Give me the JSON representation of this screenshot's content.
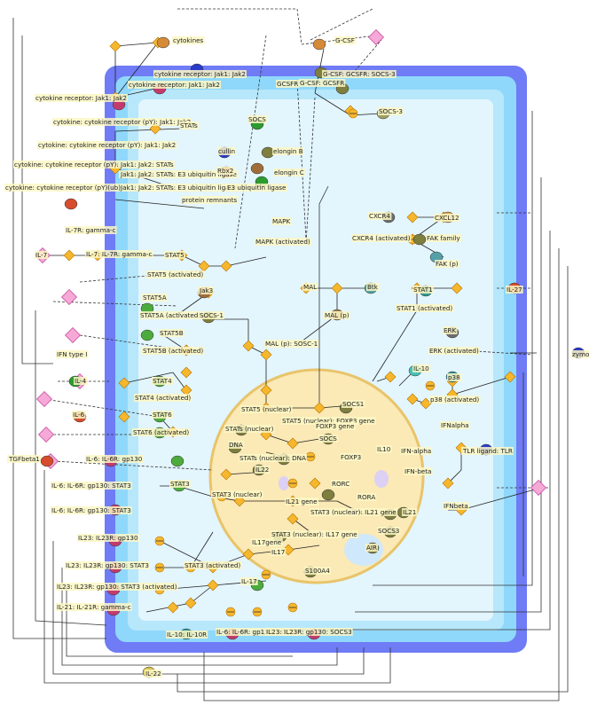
{
  "labels": {
    "cytokines": "cytokines",
    "gcsf_top": "G-CSF",
    "gcsf_gcsfr_socs3": "G-CSF: GCSFR: SOCS-3",
    "gcsfr": "GCSFR",
    "gcsf_gcsfr": "G-CSF: GCSFR",
    "socs3": "SOCS-3",
    "cyto_receptor_jak1_jak2_a": "cytokine receptor: Jak1: Jak2",
    "cyto_receptor_jak1_jak2_b": "cytokine receptor: Jak1: Jak2",
    "cyto_receptor_py_jak1_jak2": "cytokine: cytokine receptor (pY): Jak1: Jak2",
    "cyto_receptor_py_jak1_jak2_stats": "cytokine: cytokine receptor (pY): Jak1: Jak2: STATs",
    "cyto_receptor_py_stats_e3": "Jak1: Jak2: STATs: E3 ubiquitin ligase",
    "cyto_receptor_py_ub": "cytokine: cytokine receptor (pY)(ub)Jak1: Jak2: STATs: E3 ubiquitin ligase",
    "stats": "STATs",
    "socs": "SOCS",
    "cullin": "cullin",
    "rbx2": "Rbx2",
    "elongin_b": "elongin B",
    "elongin_c": "elongin C",
    "e3_ligase": "E3 ubiquitin ligase",
    "protein_remnants": "protein remnants",
    "mapk": "MAPK",
    "mapk_act": "MAPK (activated)",
    "cxcr4": "CXCR4",
    "cxcl12": "CXCL12",
    "cxcr4_act": "CXCR4 (activated)",
    "fak_family": "FAK family",
    "fak_p": "FAK (p)",
    "il7r": "IL-7R: gamma-c",
    "il7": "IL-7",
    "il7_il7r": "IL-7: IL-7R: gamma-c",
    "stat5": "STAT5",
    "stat5_act": "STAT5 (activated)",
    "jak3": "Jak3",
    "stat5a": "STAT5A",
    "stat5a_act": "STAT5A (activated)",
    "socs1": "SOCS-1",
    "stat5b": "STAT5B",
    "stat5b_act": "STAT5B (activated)",
    "mal": "MAL",
    "btk": "Btk",
    "mal_p": "MAL (p)",
    "mal_p_socs1": "MAL (p): SOSC-1",
    "stat1": "STAT1",
    "il27": "IL-27",
    "stat1_act": "STAT1 (activated)",
    "ifn_type1": "IFN type I",
    "erk": "ERK",
    "erk_act": "ERK (activated)",
    "zymosan": "zymosan",
    "il4": "IL-4",
    "stat4": "STAT4",
    "stat4_act": "STAT4 (activated)",
    "il10_top": "IL-10",
    "p38": "p38",
    "p38_act": "p38 (activated)",
    "il6": "IL-6",
    "stat6": "STAT6",
    "stat6_act": "STAT6 (activated)",
    "stat5_nuclear": "STAT5 (nuclear)",
    "socs1_n": "SOCS1",
    "stat5_foxp3": "STAT5 (nuclear): FOXP3 gene",
    "foxp3_gene": "FOXP3 gene",
    "foxp3": "FOXP3",
    "stats_nuclear": "STATs (nuclear)",
    "dna": "DNA",
    "socs_n": "SOCS",
    "stats_dna": "STATs (nuclear): DNA",
    "il10_gene": "IL10",
    "ifn_alpha_gene": "IFN-alpha",
    "ifnalpha": "IFNalpha",
    "ifn_beta_gene": "IFN-beta",
    "ifnbeta": "IFNbeta",
    "tgfbeta": "TGFbeta1",
    "il6_il6r_gp130": "IL-6: IL-6R: gp130",
    "tlr_ligand": "TLR ligand: TLR",
    "il22": "IL22",
    "stat3": "STAT3",
    "stat3_nuclear": "STAT3 (nuclear)",
    "rorc": "RORC",
    "rora": "RORA",
    "il6_il6r_gp130_stat3": "IL-6: IL-6R: gp130: STAT3",
    "il21_gene": "IL21 gene",
    "stat3_il21": "STAT3 (nuclear): IL21 gene",
    "il21": "IL21",
    "il23_il23r_gp130": "IL23: IL23R: gp130",
    "socs3_n": "SOCS3",
    "stat3_il17": "STAT3 (nuclear): IL17 gene",
    "il17gene": "IL17gene",
    "il17": "IL17",
    "il23_gp130_stat3": "IL23: IL23R: gp130: STAT3",
    "stat3_act": "STAT3 (activated)",
    "il23_gp130_stat3_act": "IL23: IL23R: gp130: STAT3 (activated)",
    "air": "AIR",
    "s100a4": "S100A4",
    "il17_out": "IL-17",
    "il21_il21r": "IL-21: IL-21R: gamma-c",
    "il10_il10r": "IL-10: IL-10R",
    "il6_gp130_socs3": "IL-6: IL-6R: gp130: SOCS3",
    "il23_gp130_socs3": "IL23: IL23R: gp130: SOCS3",
    "il22_out": "IL-22"
  }
}
